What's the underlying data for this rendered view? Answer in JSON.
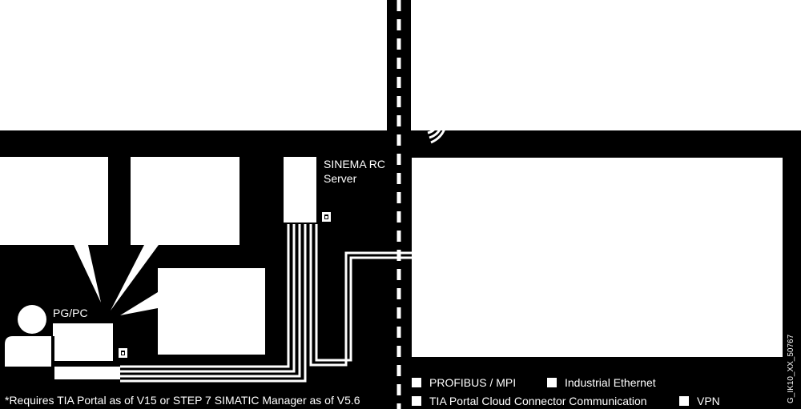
{
  "labels": {
    "sinema_server_line1": "SINEMA RC",
    "sinema_server_line2": "Server",
    "pgpc": "PG/PC"
  },
  "legend": {
    "profibus": "PROFIBUS / MPI",
    "industrial_ethernet": "Industrial Ethernet",
    "cloud_connector": "TIA Portal Cloud Connector Communication",
    "vpn": "VPN"
  },
  "footnote": "*Requires TIA Portal as of V15 or STEP 7 SIMATIC Manager as of V5.6",
  "figure_id": "G_IK10_XX_50767",
  "colors": {
    "background": "#000000",
    "foreground": "#ffffff"
  }
}
